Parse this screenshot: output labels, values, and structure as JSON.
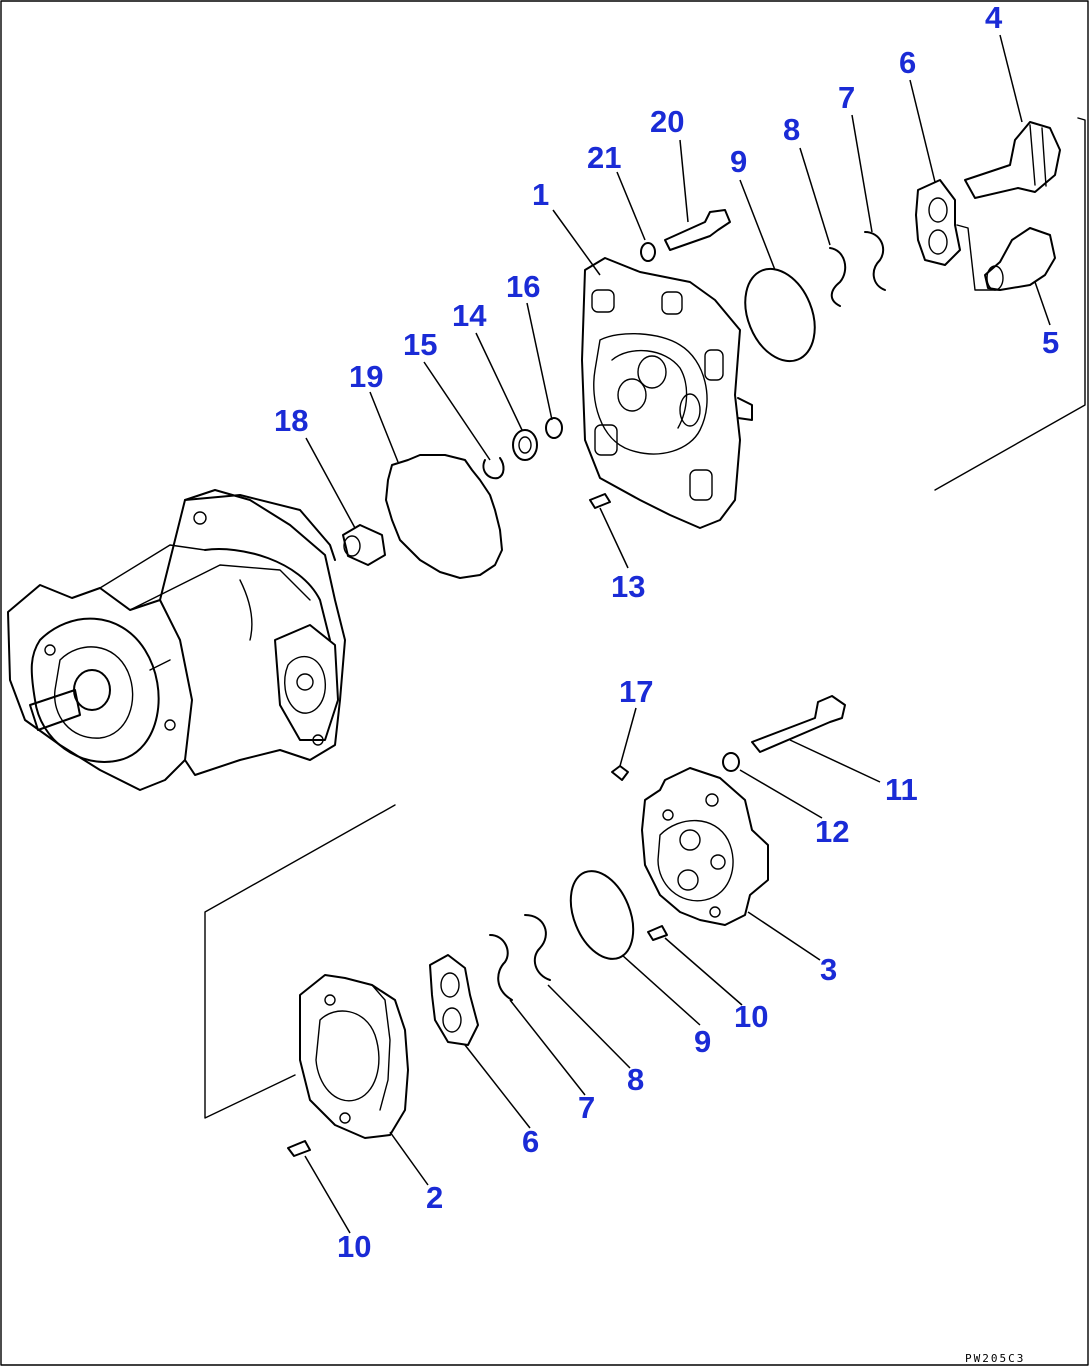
{
  "callouts": [
    {
      "id": "c1",
      "text": "1"
    },
    {
      "id": "c2",
      "text": "2"
    },
    {
      "id": "c3",
      "text": "3"
    },
    {
      "id": "c4",
      "text": "4"
    },
    {
      "id": "c5",
      "text": "5"
    },
    {
      "id": "c6a",
      "text": "6"
    },
    {
      "id": "c6b",
      "text": "6"
    },
    {
      "id": "c7a",
      "text": "7"
    },
    {
      "id": "c7b",
      "text": "7"
    },
    {
      "id": "c8a",
      "text": "8"
    },
    {
      "id": "c8b",
      "text": "8"
    },
    {
      "id": "c9a",
      "text": "9"
    },
    {
      "id": "c9b",
      "text": "9"
    },
    {
      "id": "c10a",
      "text": "10"
    },
    {
      "id": "c10b",
      "text": "10"
    },
    {
      "id": "c11",
      "text": "11"
    },
    {
      "id": "c12",
      "text": "12"
    },
    {
      "id": "c13",
      "text": "13"
    },
    {
      "id": "c14",
      "text": "14"
    },
    {
      "id": "c15",
      "text": "15"
    },
    {
      "id": "c16",
      "text": "16"
    },
    {
      "id": "c17",
      "text": "17"
    },
    {
      "id": "c18",
      "text": "18"
    },
    {
      "id": "c19",
      "text": "19"
    },
    {
      "id": "c20",
      "text": "20"
    },
    {
      "id": "c21",
      "text": "21"
    }
  ],
  "drawing_code": "PW205C3",
  "colors": {
    "callout": "#1a2bd6",
    "line": "#000000"
  }
}
